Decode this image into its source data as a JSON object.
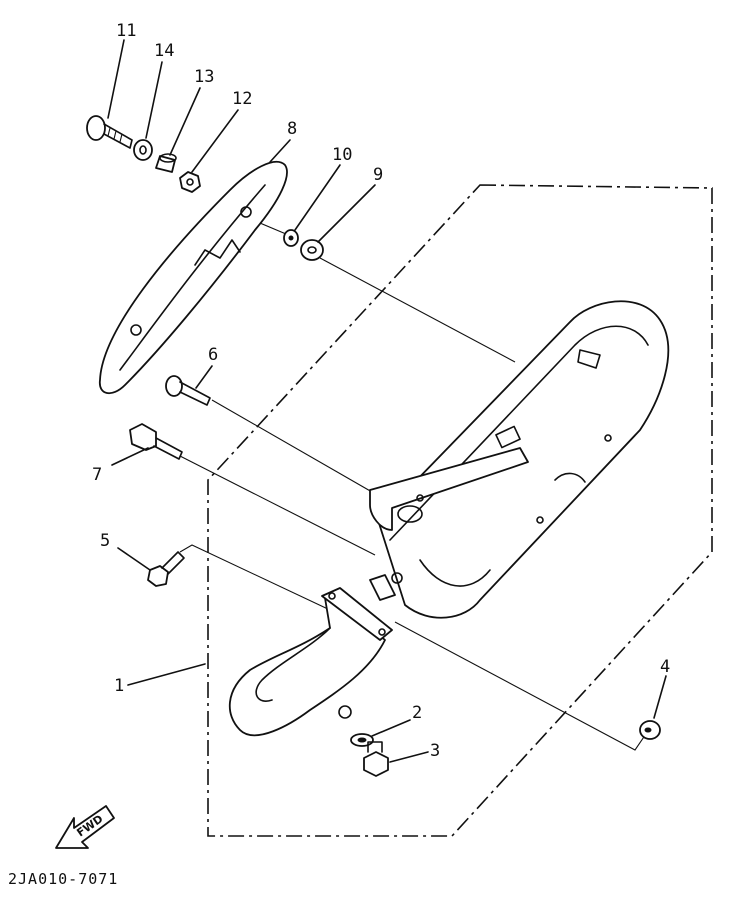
{
  "callouts": [
    {
      "id": "1",
      "label": "1"
    },
    {
      "id": "2",
      "label": "2"
    },
    {
      "id": "3",
      "label": "3"
    },
    {
      "id": "4",
      "label": "4"
    },
    {
      "id": "5",
      "label": "5"
    },
    {
      "id": "6",
      "label": "6"
    },
    {
      "id": "7",
      "label": "7"
    },
    {
      "id": "8",
      "label": "8"
    },
    {
      "id": "9",
      "label": "9"
    },
    {
      "id": "10",
      "label": "10"
    },
    {
      "id": "11",
      "label": "11"
    },
    {
      "id": "12",
      "label": "12"
    },
    {
      "id": "13",
      "label": "13"
    },
    {
      "id": "14",
      "label": "14"
    }
  ],
  "fwd_label": "FWD",
  "diagram_code": "2JA010-7071"
}
